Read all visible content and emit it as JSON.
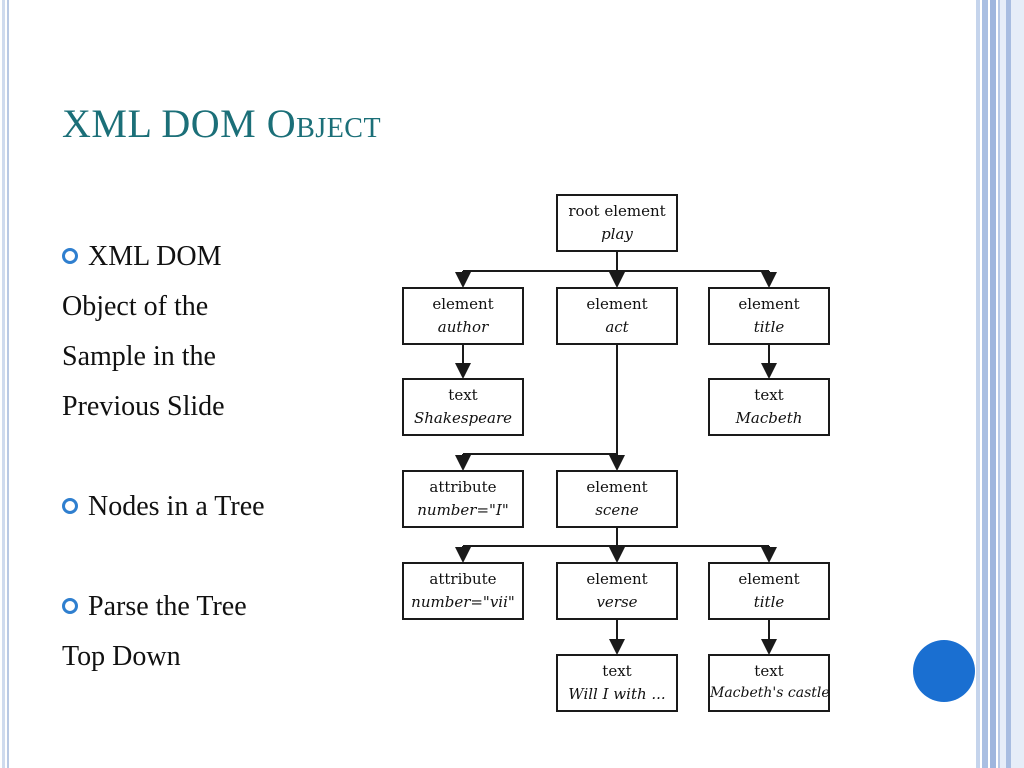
{
  "slide": {
    "title": "XML DOM Object",
    "bullets": [
      {
        "first": "XML DOM",
        "rest": [
          "Object of the",
          "Sample in the",
          "Previous Slide"
        ]
      },
      {
        "first": "Nodes in a Tree",
        "rest": []
      },
      {
        "first": "Parse the Tree",
        "rest": [
          "Top Down"
        ]
      }
    ],
    "colors": {
      "title": "#1b6f78",
      "bullet_marker": "#2f7fcf",
      "accent_circle": "#1a6fd1"
    }
  },
  "tree": {
    "nodes": [
      {
        "id": "root",
        "type": "root element",
        "name": "play"
      },
      {
        "id": "author",
        "type": "element",
        "name": "author"
      },
      {
        "id": "act",
        "type": "element",
        "name": "act"
      },
      {
        "id": "title1",
        "type": "element",
        "name": "title"
      },
      {
        "id": "text-shakespeare",
        "type": "text",
        "name": "Shakespeare"
      },
      {
        "id": "text-macbeth",
        "type": "text",
        "name": "Macbeth"
      },
      {
        "id": "attr-number-1",
        "type": "attribute",
        "name": "number=\"I\""
      },
      {
        "id": "scene",
        "type": "element",
        "name": "scene"
      },
      {
        "id": "attr-number-vii",
        "type": "attribute",
        "name": "number=\"vii\""
      },
      {
        "id": "verse",
        "type": "element",
        "name": "verse"
      },
      {
        "id": "title2",
        "type": "element",
        "name": "title"
      },
      {
        "id": "text-will",
        "type": "text",
        "name": "Will I with ..."
      },
      {
        "id": "text-castle",
        "type": "text",
        "name": "Macbeth's castle"
      }
    ],
    "edges": [
      [
        "root",
        "author"
      ],
      [
        "root",
        "act"
      ],
      [
        "root",
        "title1"
      ],
      [
        "author",
        "text-shakespeare"
      ],
      [
        "title1",
        "text-macbeth"
      ],
      [
        "act",
        "attr-number-1"
      ],
      [
        "act",
        "scene"
      ],
      [
        "scene",
        "attr-number-vii"
      ],
      [
        "scene",
        "verse"
      ],
      [
        "scene",
        "title2"
      ],
      [
        "verse",
        "text-will"
      ],
      [
        "title2",
        "text-castle"
      ]
    ]
  }
}
